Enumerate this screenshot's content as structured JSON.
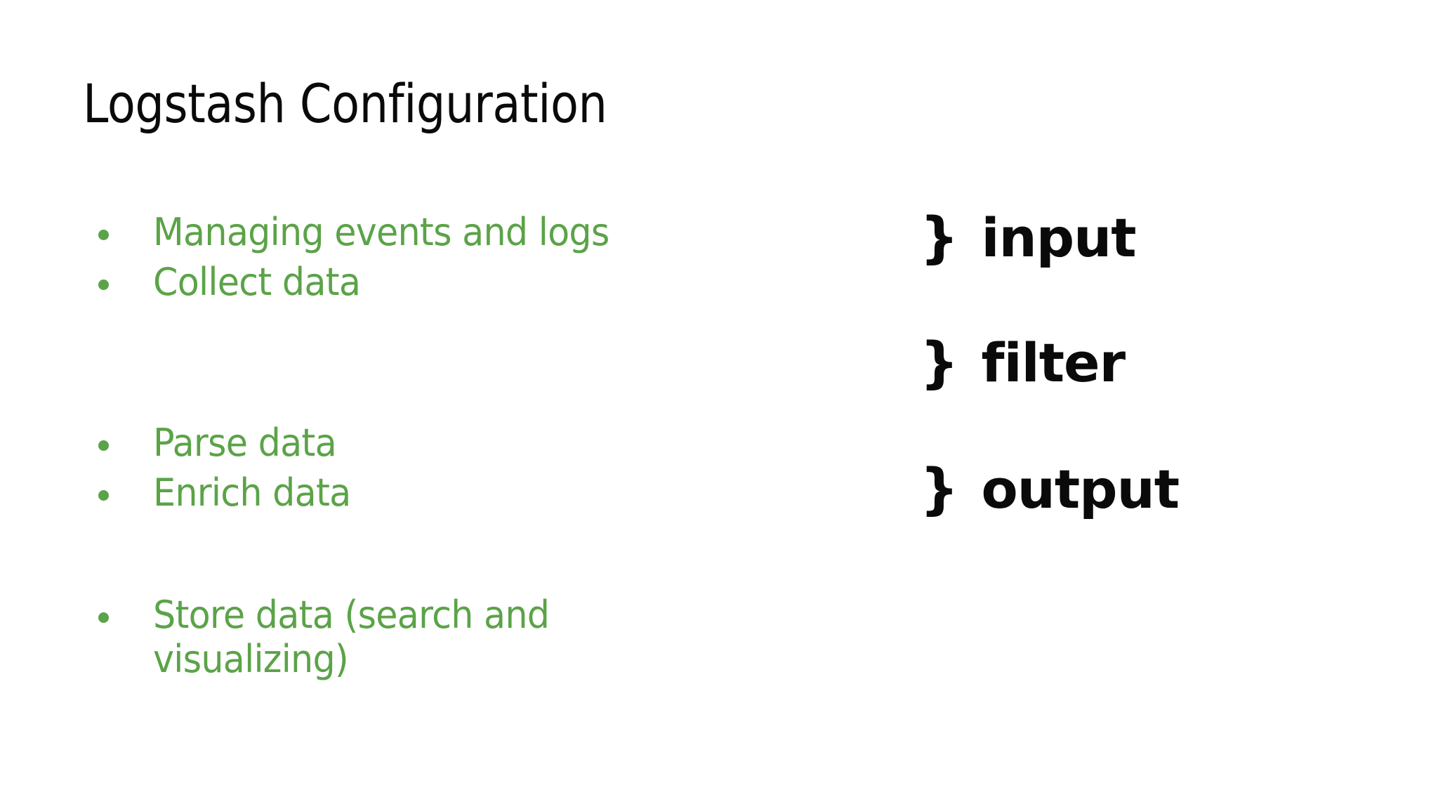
{
  "slide": {
    "title": "Logstash Configuration",
    "background_color": "#ffffff",
    "accent_green": "#5ba348",
    "text_black": "#0a0a0a"
  },
  "bullet_groups": [
    {
      "id": "input-group",
      "items": [
        "Managing events and logs",
        "Collect data"
      ]
    },
    {
      "id": "filter-group",
      "items": [
        "Parse data",
        "Enrich data"
      ]
    },
    {
      "id": "output-group",
      "items": [
        "Store data (search and visualizing)"
      ]
    }
  ],
  "brace_labels": [
    {
      "id": "input",
      "brace": "}",
      "label": "input"
    },
    {
      "id": "filter",
      "brace": "}",
      "label": "filter"
    },
    {
      "id": "output",
      "brace": "}",
      "label": "output"
    }
  ]
}
